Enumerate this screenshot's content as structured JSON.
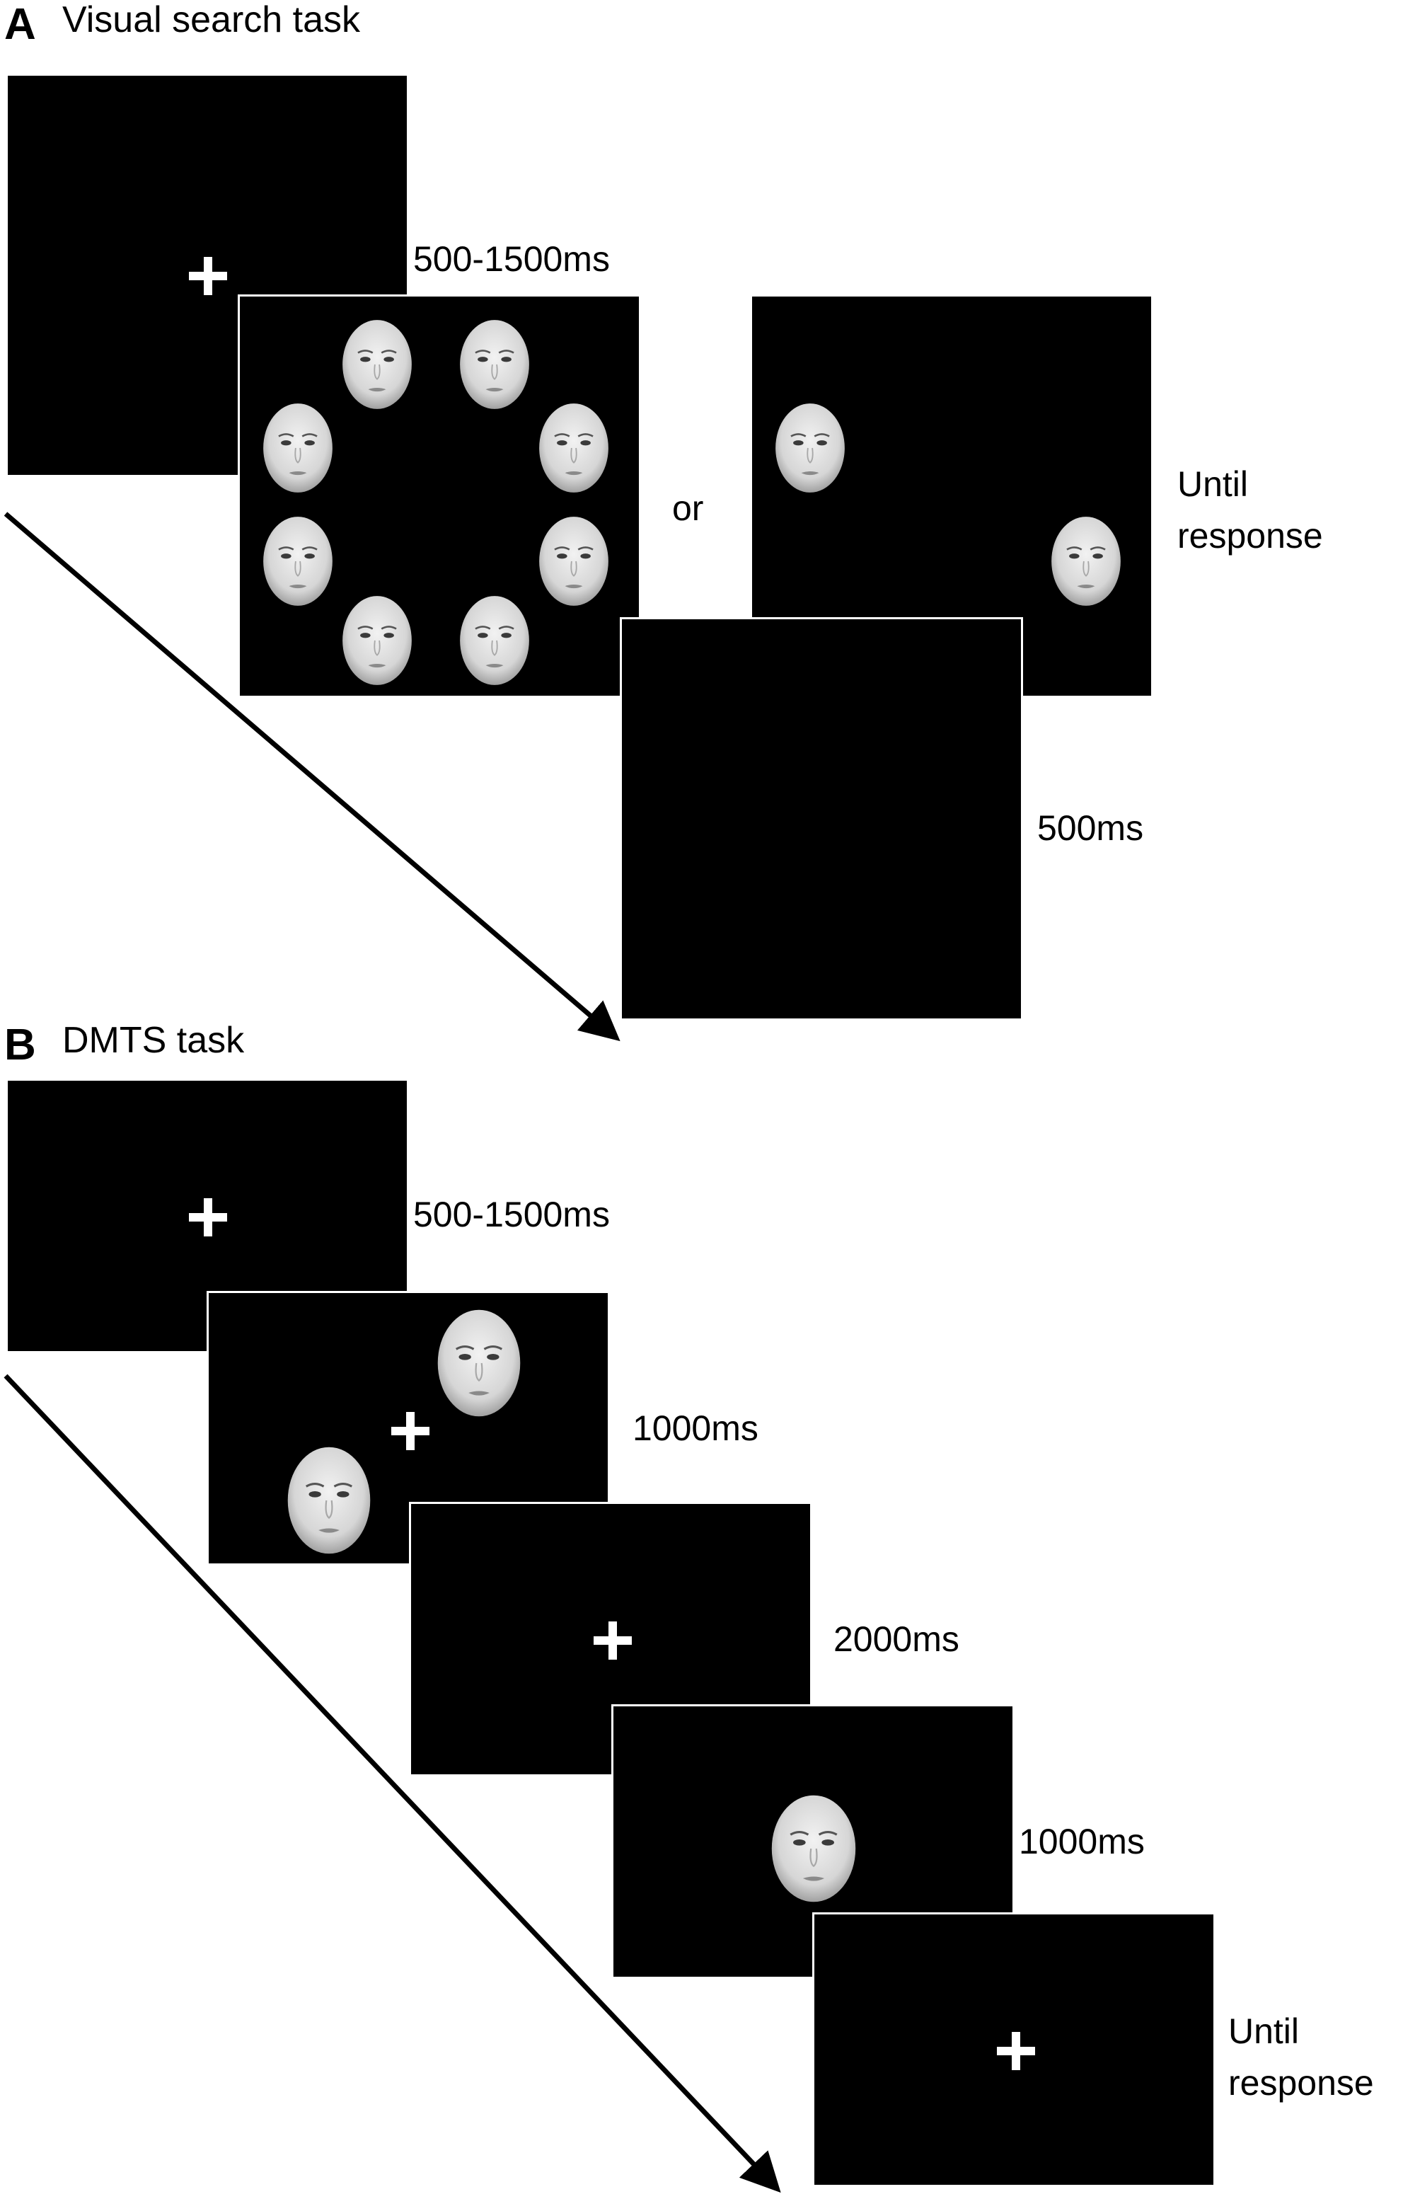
{
  "panel_a": {
    "letter": "A",
    "title": "Visual search task",
    "fixation_duration": "500-1500ms",
    "or_text": "or",
    "search_duration_line1": "Until",
    "search_duration_line2": "response",
    "blank_duration": "500ms"
  },
  "panel_b": {
    "letter": "B",
    "title": "DMTS task",
    "fixation_duration": "500-1500ms",
    "sample_duration": "1000ms",
    "delay_duration": "2000ms",
    "test_duration": "1000ms",
    "response_line1": "Until",
    "response_line2": "response"
  },
  "colors": {
    "screen": "#000000",
    "background": "#ffffff",
    "face_skin": "#dcdcdc"
  },
  "icons": {
    "fixation": "fixation-cross-icon",
    "face": "face-stimulus-icon",
    "time_arrow": "time-arrow-icon"
  }
}
